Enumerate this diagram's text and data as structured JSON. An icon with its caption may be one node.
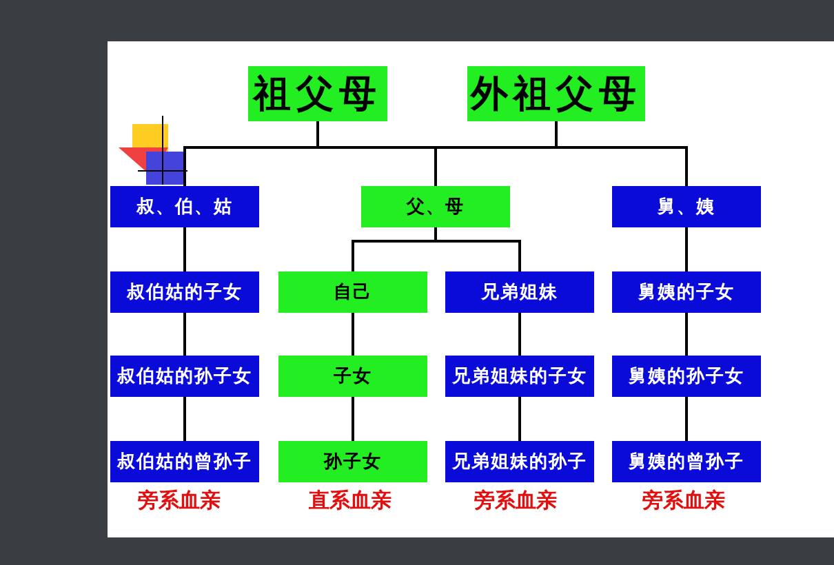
{
  "diagram": {
    "nodes": [
      {
        "text": [
          "祖父母"
        ]
      },
      {
        "text": [
          "外祖父母"
        ]
      },
      {
        "text": [
          "叔、伯、姑"
        ]
      },
      {
        "text": [
          "父、母"
        ]
      },
      {
        "text": [
          "舅、姨"
        ]
      },
      {
        "text": [
          "叔伯姑的子女"
        ]
      },
      {
        "text": [
          "自己"
        ]
      },
      {
        "text": [
          "兄弟姐妹"
        ]
      },
      {
        "text": [
          "舅姨的子女"
        ]
      },
      {
        "text": [
          "叔伯姑的孙子女"
        ]
      },
      {
        "text": [
          "子女"
        ]
      },
      {
        "text": [
          "兄弟姐妹的子女"
        ]
      },
      {
        "text": [
          "舅姨的孙子女"
        ]
      },
      {
        "text": [
          "叔伯姑的曾孙子"
        ]
      },
      {
        "text": [
          "孙子女"
        ]
      },
      {
        "text": [
          "兄弟姐妹的孙子"
        ]
      },
      {
        "text": [
          "舅姨的曾孙子"
        ]
      }
    ],
    "edges": [
      {
        "from": 0,
        "to": 2,
        "arrow": "none"
      },
      {
        "from": 0,
        "to": 3,
        "arrow": "none"
      },
      {
        "from": 0,
        "to": 4,
        "arrow": "none"
      },
      {
        "from": 1,
        "to": 2,
        "arrow": "none"
      },
      {
        "from": 1,
        "to": 3,
        "arrow": "none"
      },
      {
        "from": 1,
        "to": 4,
        "arrow": "none"
      },
      {
        "from": 3,
        "to": 6,
        "arrow": "none"
      },
      {
        "from": 3,
        "to": 7,
        "arrow": "none"
      },
      {
        "from": 2,
        "to": 5,
        "arrow": "none"
      },
      {
        "from": 5,
        "to": 9,
        "arrow": "none"
      },
      {
        "from": 9,
        "to": 13,
        "arrow": "none"
      },
      {
        "from": 6,
        "to": 10,
        "arrow": "none"
      },
      {
        "from": 10,
        "to": 14,
        "arrow": "none"
      },
      {
        "from": 7,
        "to": 11,
        "arrow": "none"
      },
      {
        "from": 11,
        "to": 15,
        "arrow": "none"
      },
      {
        "from": 4,
        "to": 8,
        "arrow": "none"
      },
      {
        "from": 8,
        "to": 12,
        "arrow": "none"
      },
      {
        "from": 12,
        "to": 16,
        "arrow": "none"
      }
    ],
    "labels": [
      "旁系血亲",
      "直系血亲",
      "旁系血亲",
      "旁系血亲"
    ]
  }
}
